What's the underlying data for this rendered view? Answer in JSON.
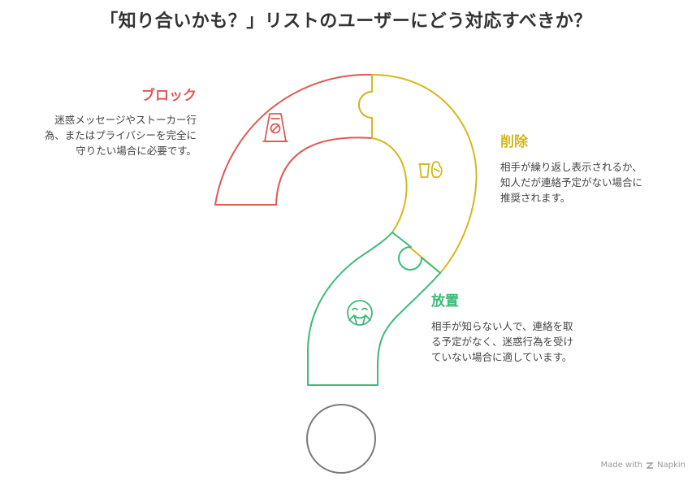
{
  "title": "「知り合いかも？」リストのユーザーにどう対応すべきか？",
  "sections": {
    "block": {
      "heading": "ブロック",
      "description": "迷惑メッセージやストーカー行為、またはプライバシーを完全に守りたい場合に必要です。",
      "color": "#dd5a55",
      "icon": "wet-floor-sign-icon"
    },
    "delete": {
      "heading": "削除",
      "description": "相手が繰り返し表示されるか、知人だが連絡予定がない場合に推奨されます。",
      "color": "#d4b81c",
      "icon": "trash-icon"
    },
    "leave": {
      "heading": "放置",
      "description": "相手が知らない人で、連絡を取る予定がなく、迷惑行為を受けていない場合に適しています。",
      "color": "#3cba78",
      "icon": "relaxed-face-icon"
    }
  },
  "footer": {
    "prefix": "Made with",
    "brand": "Napkin"
  }
}
